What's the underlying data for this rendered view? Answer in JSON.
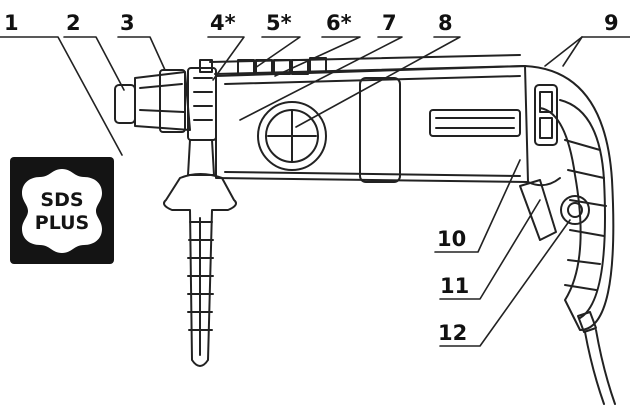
{
  "callouts": {
    "c1": "1",
    "c2": "2",
    "c3": "3",
    "c4": "4*",
    "c5": "5*",
    "c6": "6*",
    "c7": "7",
    "c8": "8",
    "c9": "9",
    "c10": "10",
    "c11": "11",
    "c12": "12"
  },
  "badge": {
    "line1": "SDS",
    "line2": "PLUS"
  }
}
